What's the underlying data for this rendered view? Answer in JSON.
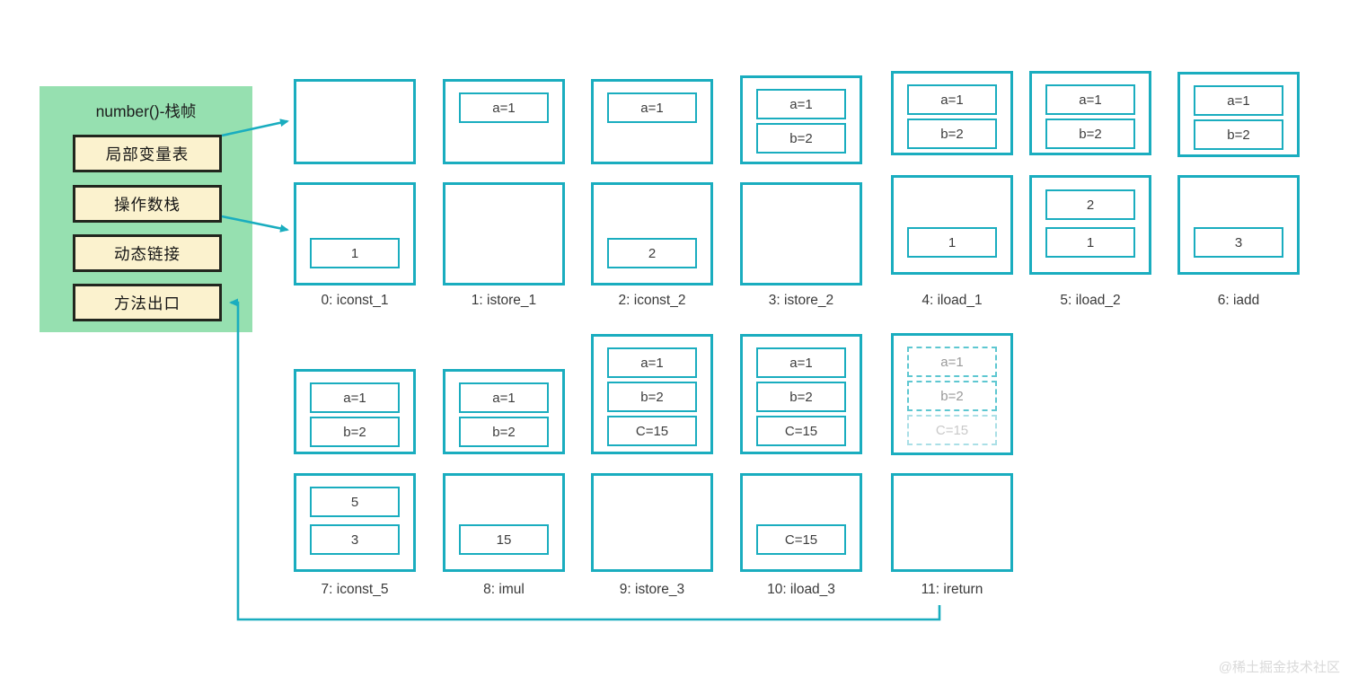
{
  "panel": {
    "title": "number()-栈帧",
    "items": [
      {
        "label": "局部变量表"
      },
      {
        "label": "操作数栈"
      },
      {
        "label": "动态链接"
      },
      {
        "label": "方法出口"
      }
    ]
  },
  "steps": [
    {
      "id": 0,
      "label": "0: iconst_1",
      "local_vars": [],
      "operand_stack": [
        {
          "text": "1",
          "state": "normal"
        }
      ]
    },
    {
      "id": 1,
      "label": "1: istore_1",
      "local_vars": [
        {
          "text": "a=1",
          "state": "normal"
        }
      ],
      "operand_stack": []
    },
    {
      "id": 2,
      "label": "2: iconst_2",
      "local_vars": [
        {
          "text": "a=1",
          "state": "normal"
        }
      ],
      "operand_stack": [
        {
          "text": "2",
          "state": "normal"
        }
      ]
    },
    {
      "id": 3,
      "label": "3: istore_2",
      "local_vars": [
        {
          "text": "a=1",
          "state": "normal"
        },
        {
          "text": "b=2",
          "state": "normal"
        }
      ],
      "operand_stack": []
    },
    {
      "id": 4,
      "label": "4: iload_1",
      "local_vars": [
        {
          "text": "a=1",
          "state": "normal"
        },
        {
          "text": "b=2",
          "state": "normal"
        }
      ],
      "operand_stack": [
        {
          "text": "1",
          "state": "normal"
        }
      ]
    },
    {
      "id": 5,
      "label": "5: iload_2",
      "local_vars": [
        {
          "text": "a=1",
          "state": "normal"
        },
        {
          "text": "b=2",
          "state": "normal"
        }
      ],
      "operand_stack": [
        {
          "text": "2",
          "state": "normal"
        },
        {
          "text": "1",
          "state": "normal"
        }
      ]
    },
    {
      "id": 6,
      "label": "6: iadd",
      "local_vars": [
        {
          "text": "a=1",
          "state": "normal"
        },
        {
          "text": "b=2",
          "state": "normal"
        }
      ],
      "operand_stack": [
        {
          "text": "3",
          "state": "normal"
        }
      ]
    },
    {
      "id": 7,
      "label": "7: iconst_5",
      "local_vars": [
        {
          "text": "a=1",
          "state": "normal"
        },
        {
          "text": "b=2",
          "state": "normal"
        }
      ],
      "operand_stack": [
        {
          "text": "5",
          "state": "normal"
        },
        {
          "text": "3",
          "state": "normal"
        }
      ]
    },
    {
      "id": 8,
      "label": "8: imul",
      "local_vars": [
        {
          "text": "a=1",
          "state": "normal"
        },
        {
          "text": "b=2",
          "state": "normal"
        }
      ],
      "operand_stack": [
        {
          "text": "15",
          "state": "normal"
        }
      ]
    },
    {
      "id": 9,
      "label": "9: istore_3",
      "local_vars": [
        {
          "text": "a=1",
          "state": "normal"
        },
        {
          "text": "b=2",
          "state": "normal"
        },
        {
          "text": "C=15",
          "state": "normal"
        }
      ],
      "operand_stack": []
    },
    {
      "id": 10,
      "label": "10: iload_3",
      "local_vars": [
        {
          "text": "a=1",
          "state": "normal"
        },
        {
          "text": "b=2",
          "state": "normal"
        },
        {
          "text": "C=15",
          "state": "normal"
        }
      ],
      "operand_stack": [
        {
          "text": "C=15",
          "state": "normal"
        }
      ]
    },
    {
      "id": 11,
      "label": "11: ireturn",
      "local_vars": [
        {
          "text": "a=1",
          "state": "fading"
        },
        {
          "text": "b=2",
          "state": "fading"
        },
        {
          "text": "C=15",
          "state": "faded"
        }
      ],
      "operand_stack": []
    }
  ],
  "watermark": "@稀土掘金技术社区",
  "colors": {
    "accent_teal": "#1aadbf",
    "panel_green": "#96e0b0",
    "item_yellow": "#fbf2ce",
    "item_border": "#22261e",
    "fading_gray": "#9a9a9a",
    "faded_gray": "#c9c9c9"
  }
}
